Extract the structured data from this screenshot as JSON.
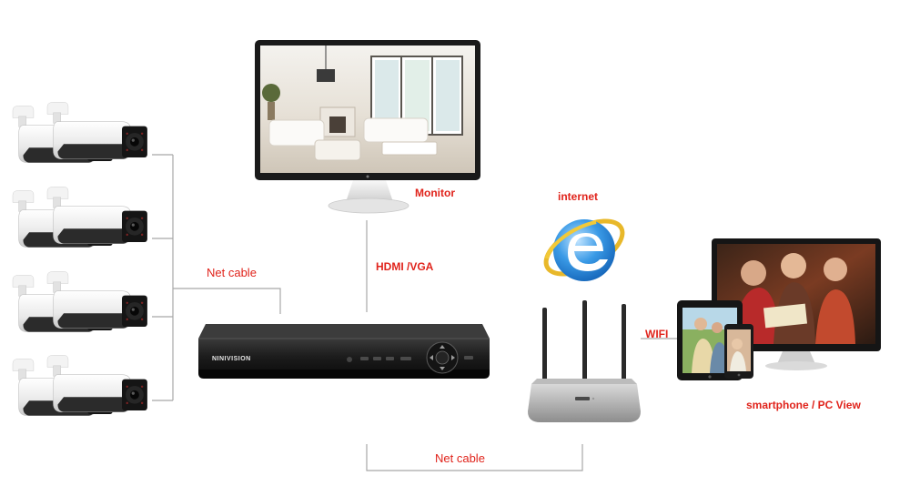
{
  "labels": {
    "monitor": "Monitor",
    "hdmi_vga": "HDMI /VGA",
    "internet": "internet",
    "net_cable_left": "Net cable",
    "net_cable_bottom": "Net cable",
    "wifi": "WIFI",
    "view": "smartphone / PC View"
  },
  "nvr": {
    "brand": "NINIVISION"
  },
  "colors": {
    "accent": "#e0231b",
    "line": "#a8a8a8",
    "ie_blue": "#2a8ee0",
    "device_black": "#1c1c1c"
  },
  "icons": [
    "bullet-camera-icon",
    "monitor-icon",
    "nvr-icon",
    "internet-explorer-icon",
    "router-icon",
    "tablet-icon",
    "smartphone-icon",
    "pc-monitor-icon"
  ]
}
